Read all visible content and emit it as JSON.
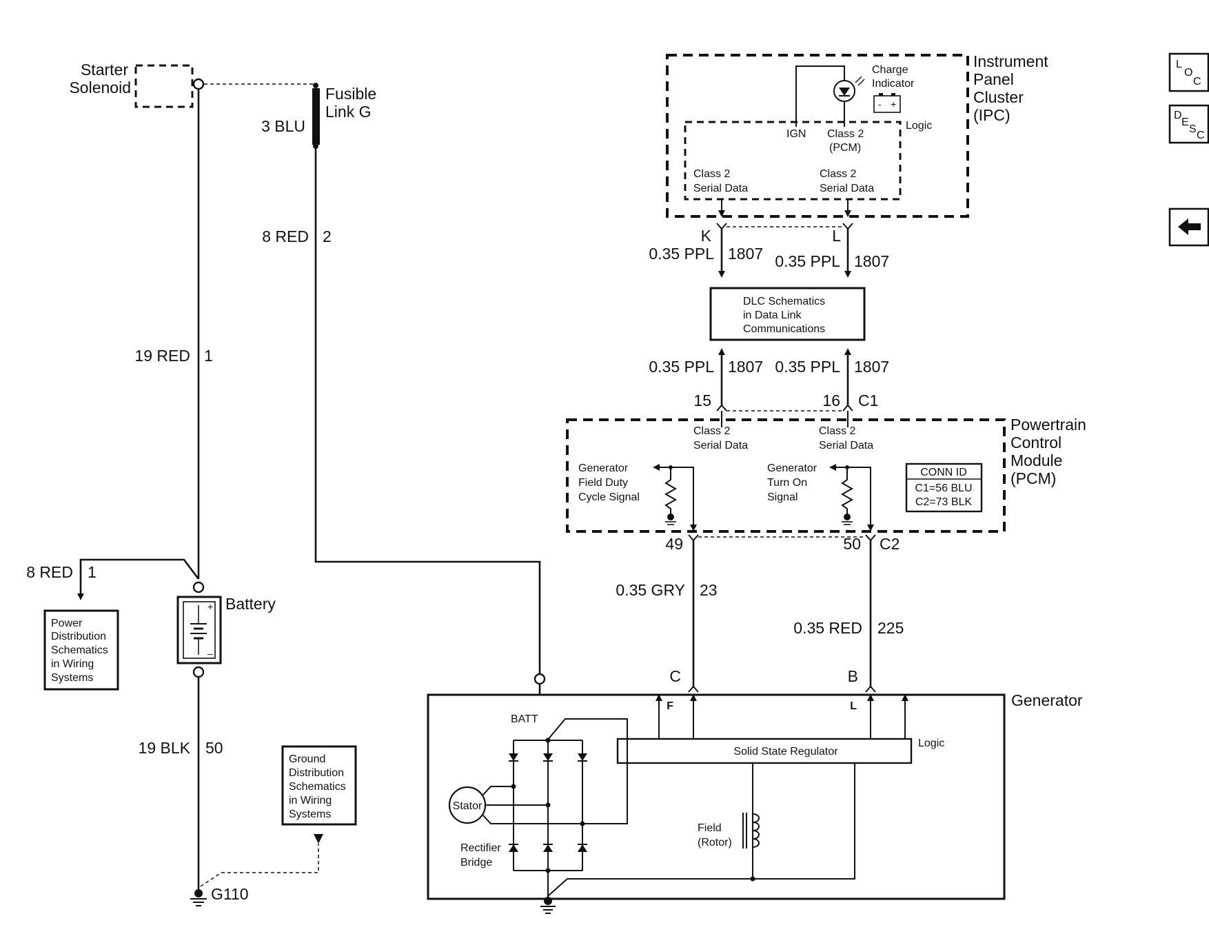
{
  "starter": {
    "line1": "Starter",
    "line2": "Solenoid"
  },
  "fusible": {
    "line1": "Fusible",
    "line2": "Link G",
    "wire": "3 BLU"
  },
  "wires": {
    "w8red": "8 RED",
    "w8red_num": "2",
    "w19red": "19 RED",
    "w19red_num": "1",
    "w8red_pd": "8 RED",
    "w8red_pd_num": "1",
    "w19blk": "19 BLK",
    "w19blk_num": "50",
    "k_wire": "0.35 PPL",
    "k_ckt": "1807",
    "l_wire": "0.35 PPL",
    "l_ckt": "1807",
    "p15_wire": "0.35 PPL",
    "p15_ckt": "1807",
    "p16_wire": "0.35 PPL",
    "p16_ckt": "1807",
    "gry_wire": "0.35 GRY",
    "gry_ckt": "23",
    "red_wire": "0.35 RED",
    "red_ckt": "225"
  },
  "battery": {
    "label": "Battery",
    "plus": "+",
    "minus": "–"
  },
  "ground": {
    "label": "G110"
  },
  "power_dist": {
    "lines": [
      "Power",
      "Distribution",
      "Schematics",
      "in Wiring",
      "Systems"
    ]
  },
  "ground_dist": {
    "lines": [
      "Ground",
      "Distribution",
      "Schematics",
      "in Wiring",
      "Systems"
    ]
  },
  "ipc": {
    "title_lines": [
      "Instrument",
      "Panel",
      "Cluster",
      "(IPC)"
    ],
    "charge_lines": [
      "Charge",
      "Indicator"
    ],
    "logic": "Logic",
    "ign": "IGN",
    "class2_pcm_lines": [
      "Class 2",
      "(PCM)"
    ],
    "serial_left_lines": [
      "Class 2",
      "Serial Data"
    ],
    "serial_right_lines": [
      "Class 2",
      "Serial Data"
    ],
    "pin_k": "K",
    "pin_l": "L"
  },
  "dlc": {
    "lines": [
      "DLC Schematics",
      "in Data Link",
      "Communications"
    ]
  },
  "pcm": {
    "title_lines": [
      "Powertrain",
      "Control",
      "Module",
      "(PCM)"
    ],
    "pin_15": "15",
    "pin_16": "16",
    "conn_c1": "C1",
    "pin_49": "49",
    "pin_50": "50",
    "conn_c2": "C2",
    "serial_left_lines": [
      "Class 2",
      "Serial Data"
    ],
    "serial_right_lines": [
      "Class 2",
      "Serial Data"
    ],
    "gen_field_lines": [
      "Generator",
      "Field Duty",
      "Cycle Signal"
    ],
    "gen_turnon_lines": [
      "Generator",
      "Turn On",
      "Signal"
    ],
    "conn_id": {
      "title": "CONN ID",
      "c1": "C1=56 BLU",
      "c2": "C2=73 BLK"
    }
  },
  "generator": {
    "title": "Generator",
    "pin_c": "C",
    "pin_b": "B",
    "f_label": "F",
    "l_label": "L",
    "logic": "Logic",
    "batt": "BATT",
    "regulator": "Solid State Regulator",
    "stator": "Stator",
    "rectifier_lines": [
      "Rectifier",
      "Bridge"
    ],
    "field_lines": [
      "Field",
      "(Rotor)"
    ]
  },
  "nav": {
    "loc": {
      "a": "L",
      "b": "O",
      "c": "C"
    },
    "desc": {
      "a": "D",
      "b": "E",
      "c": "S",
      "d": "C"
    },
    "back_icon": "left-arrow-icon"
  }
}
